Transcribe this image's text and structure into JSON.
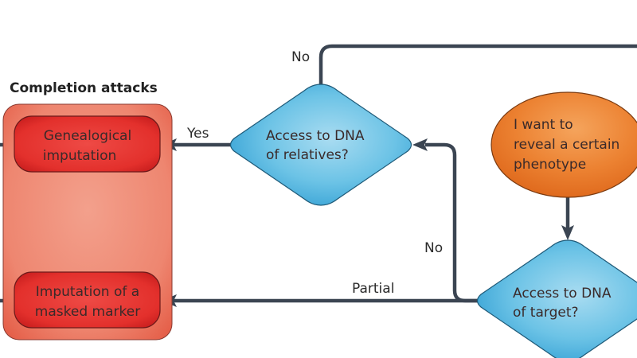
{
  "group": {
    "title": "Completion attacks",
    "nodes": [
      {
        "id": "genealogical",
        "lines": [
          "Genealogical",
          "imputation"
        ]
      },
      {
        "id": "masked",
        "lines": [
          "Imputation of a",
          "masked marker"
        ]
      }
    ]
  },
  "decisions": [
    {
      "id": "relatives",
      "lines": [
        "Access to DNA",
        "of relatives?"
      ]
    },
    {
      "id": "target",
      "lines": [
        "Access to DNA",
        "of target?"
      ]
    }
  ],
  "start": {
    "id": "phenotype",
    "lines": [
      "I want to",
      "reveal a certain",
      "phenotype"
    ]
  },
  "edge_labels": {
    "relatives_no": "No",
    "relatives_yes": "Yes",
    "target_no": "No",
    "target_partial": "Partial"
  },
  "colors": {
    "group_fill": "#ec7a66",
    "node_fill": "#e0302f",
    "decision_fill": "#55b6de",
    "start_fill": "#e8782e",
    "edge": "#3b4552"
  }
}
